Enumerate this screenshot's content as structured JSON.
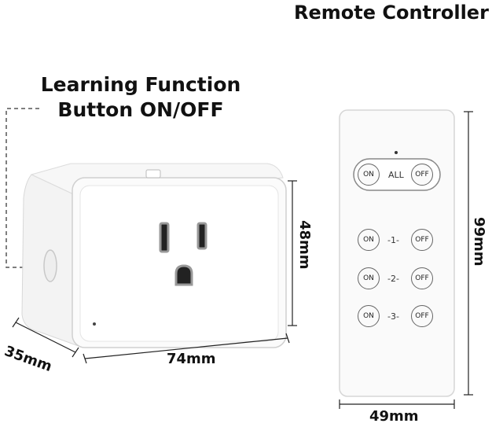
{
  "titles": {
    "remote": "Remote Controller",
    "learning_line1": "Learning Function",
    "learning_line2": "Button ON/OFF"
  },
  "dimensions": {
    "depth": "35mm",
    "width": "74mm",
    "height": "48mm",
    "remote_height": "99mm",
    "remote_width": "49mm"
  },
  "remote": {
    "all_label": "ALL",
    "on": "ON",
    "off": "OFF",
    "rows": [
      "-1-",
      "-2-",
      "-3-"
    ]
  }
}
